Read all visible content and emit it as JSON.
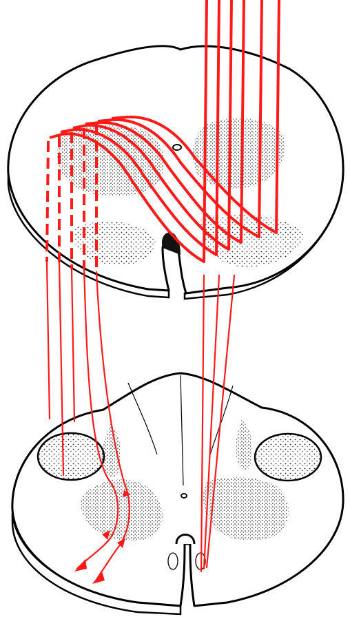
{
  "colors": {
    "background": "#ffffff",
    "outline": "#000000",
    "pathway": "#ff1a1a",
    "stipple": "#222222"
  },
  "figure": {
    "upper_section": "spinal-cord-cross-section-upper",
    "lower_section": "spinal-cord-cross-section-lower",
    "pathway_count": 6
  }
}
